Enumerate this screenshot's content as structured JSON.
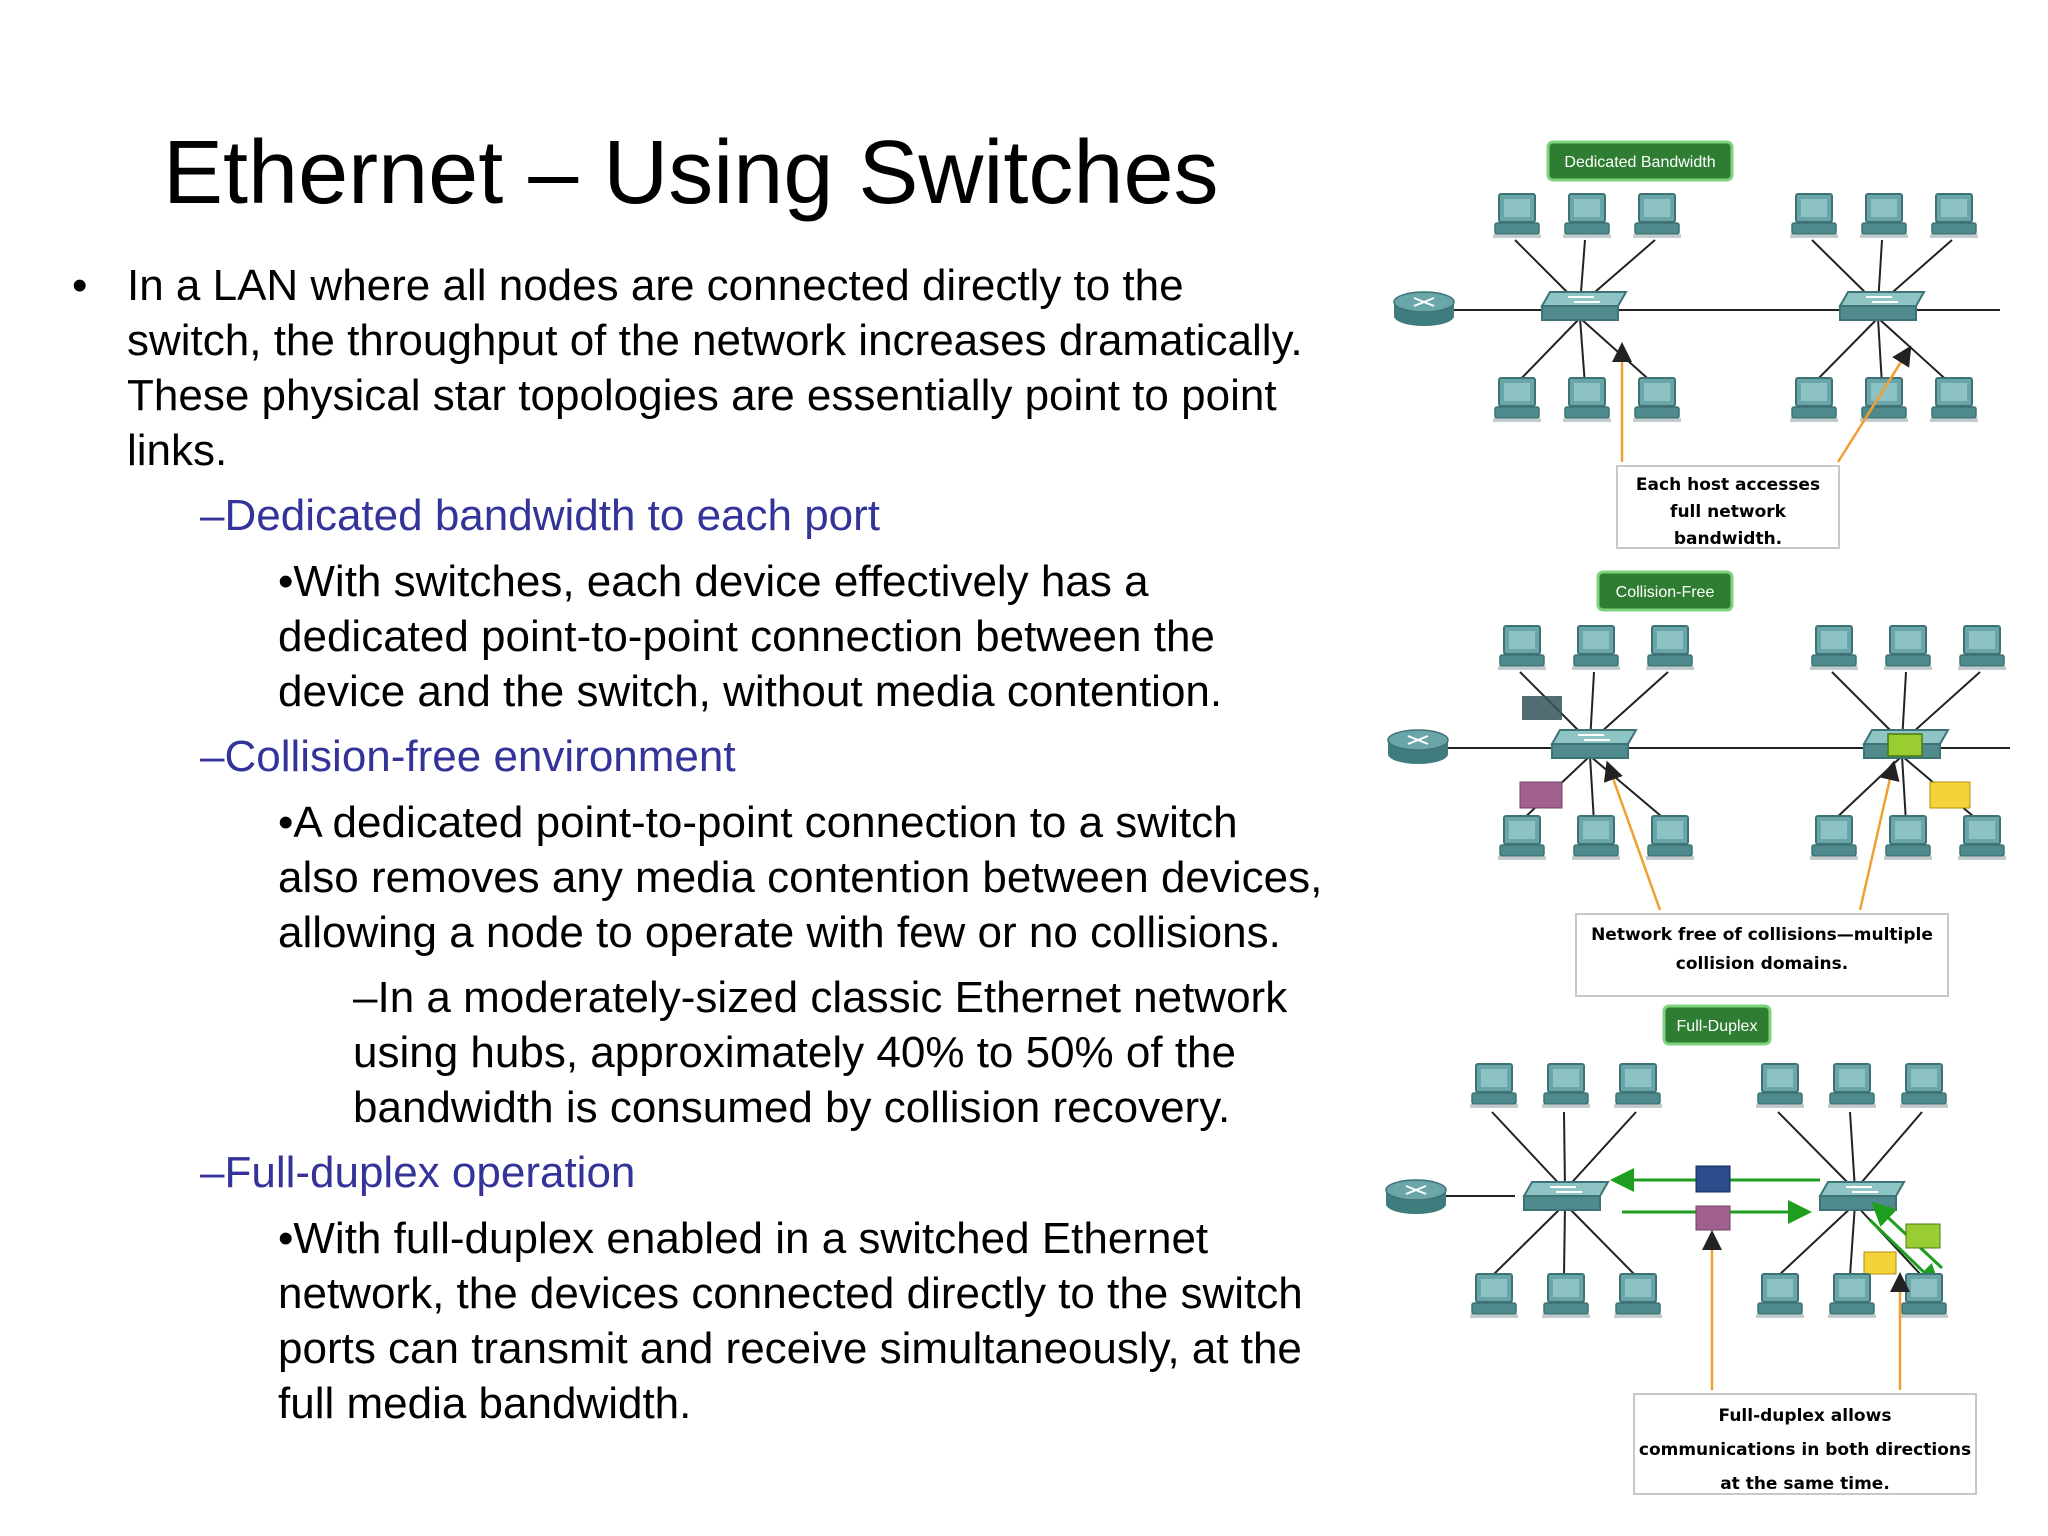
{
  "slide": {
    "title": "Ethernet – Using Switches",
    "bullet_symbol": "•",
    "intro_lines": [
      "In a LAN where all nodes are connected directly to the",
      "switch, the throughput of the network increases dramatically.",
      "These physical star topologies are essentially point to point",
      "links."
    ],
    "sections": [
      {
        "heading": "–Dedicated bandwidth to each port",
        "body_lines": [
          "•With switches, each device effectively has a",
          "dedicated point-to-point connection between the",
          "device and the switch, without media contention."
        ]
      },
      {
        "heading": "–Collision-free environment",
        "body_lines": [
          "•A dedicated point-to-point connection to a switch",
          "also removes any media contention between devices,",
          "allowing a node to operate with few or no collisions."
        ],
        "sub_lines": [
          "–In a moderately-sized classic Ethernet network",
          "using hubs, approximately 40% to 50% of the",
          "bandwidth is consumed by collision recovery."
        ]
      },
      {
        "heading": "–Full-duplex operation",
        "body_lines": [
          "•With full-duplex enabled in a switched Ethernet",
          "network, the devices connected directly to the switch",
          "ports can transmit and receive simultaneously, at the",
          "full media bandwidth."
        ]
      }
    ]
  },
  "diagrams": [
    {
      "tag": "Dedicated Bandwidth",
      "caption_lines": [
        "Each host accesses",
        "full network",
        "bandwidth."
      ]
    },
    {
      "tag": "Collision-Free",
      "caption_lines": [
        "Network free of collisions—multiple",
        "collision domains."
      ]
    },
    {
      "tag": "Full-Duplex",
      "caption_lines": [
        "Full-duplex allows",
        "communications in both directions",
        "at the same time."
      ]
    }
  ],
  "colors": {
    "heading_blue": "#333399",
    "device_teal": "#5f9ea0",
    "tag_green": "#2e7d32",
    "arrow_orange": "#f0a030",
    "arrow_green": "#1e9e1e"
  }
}
